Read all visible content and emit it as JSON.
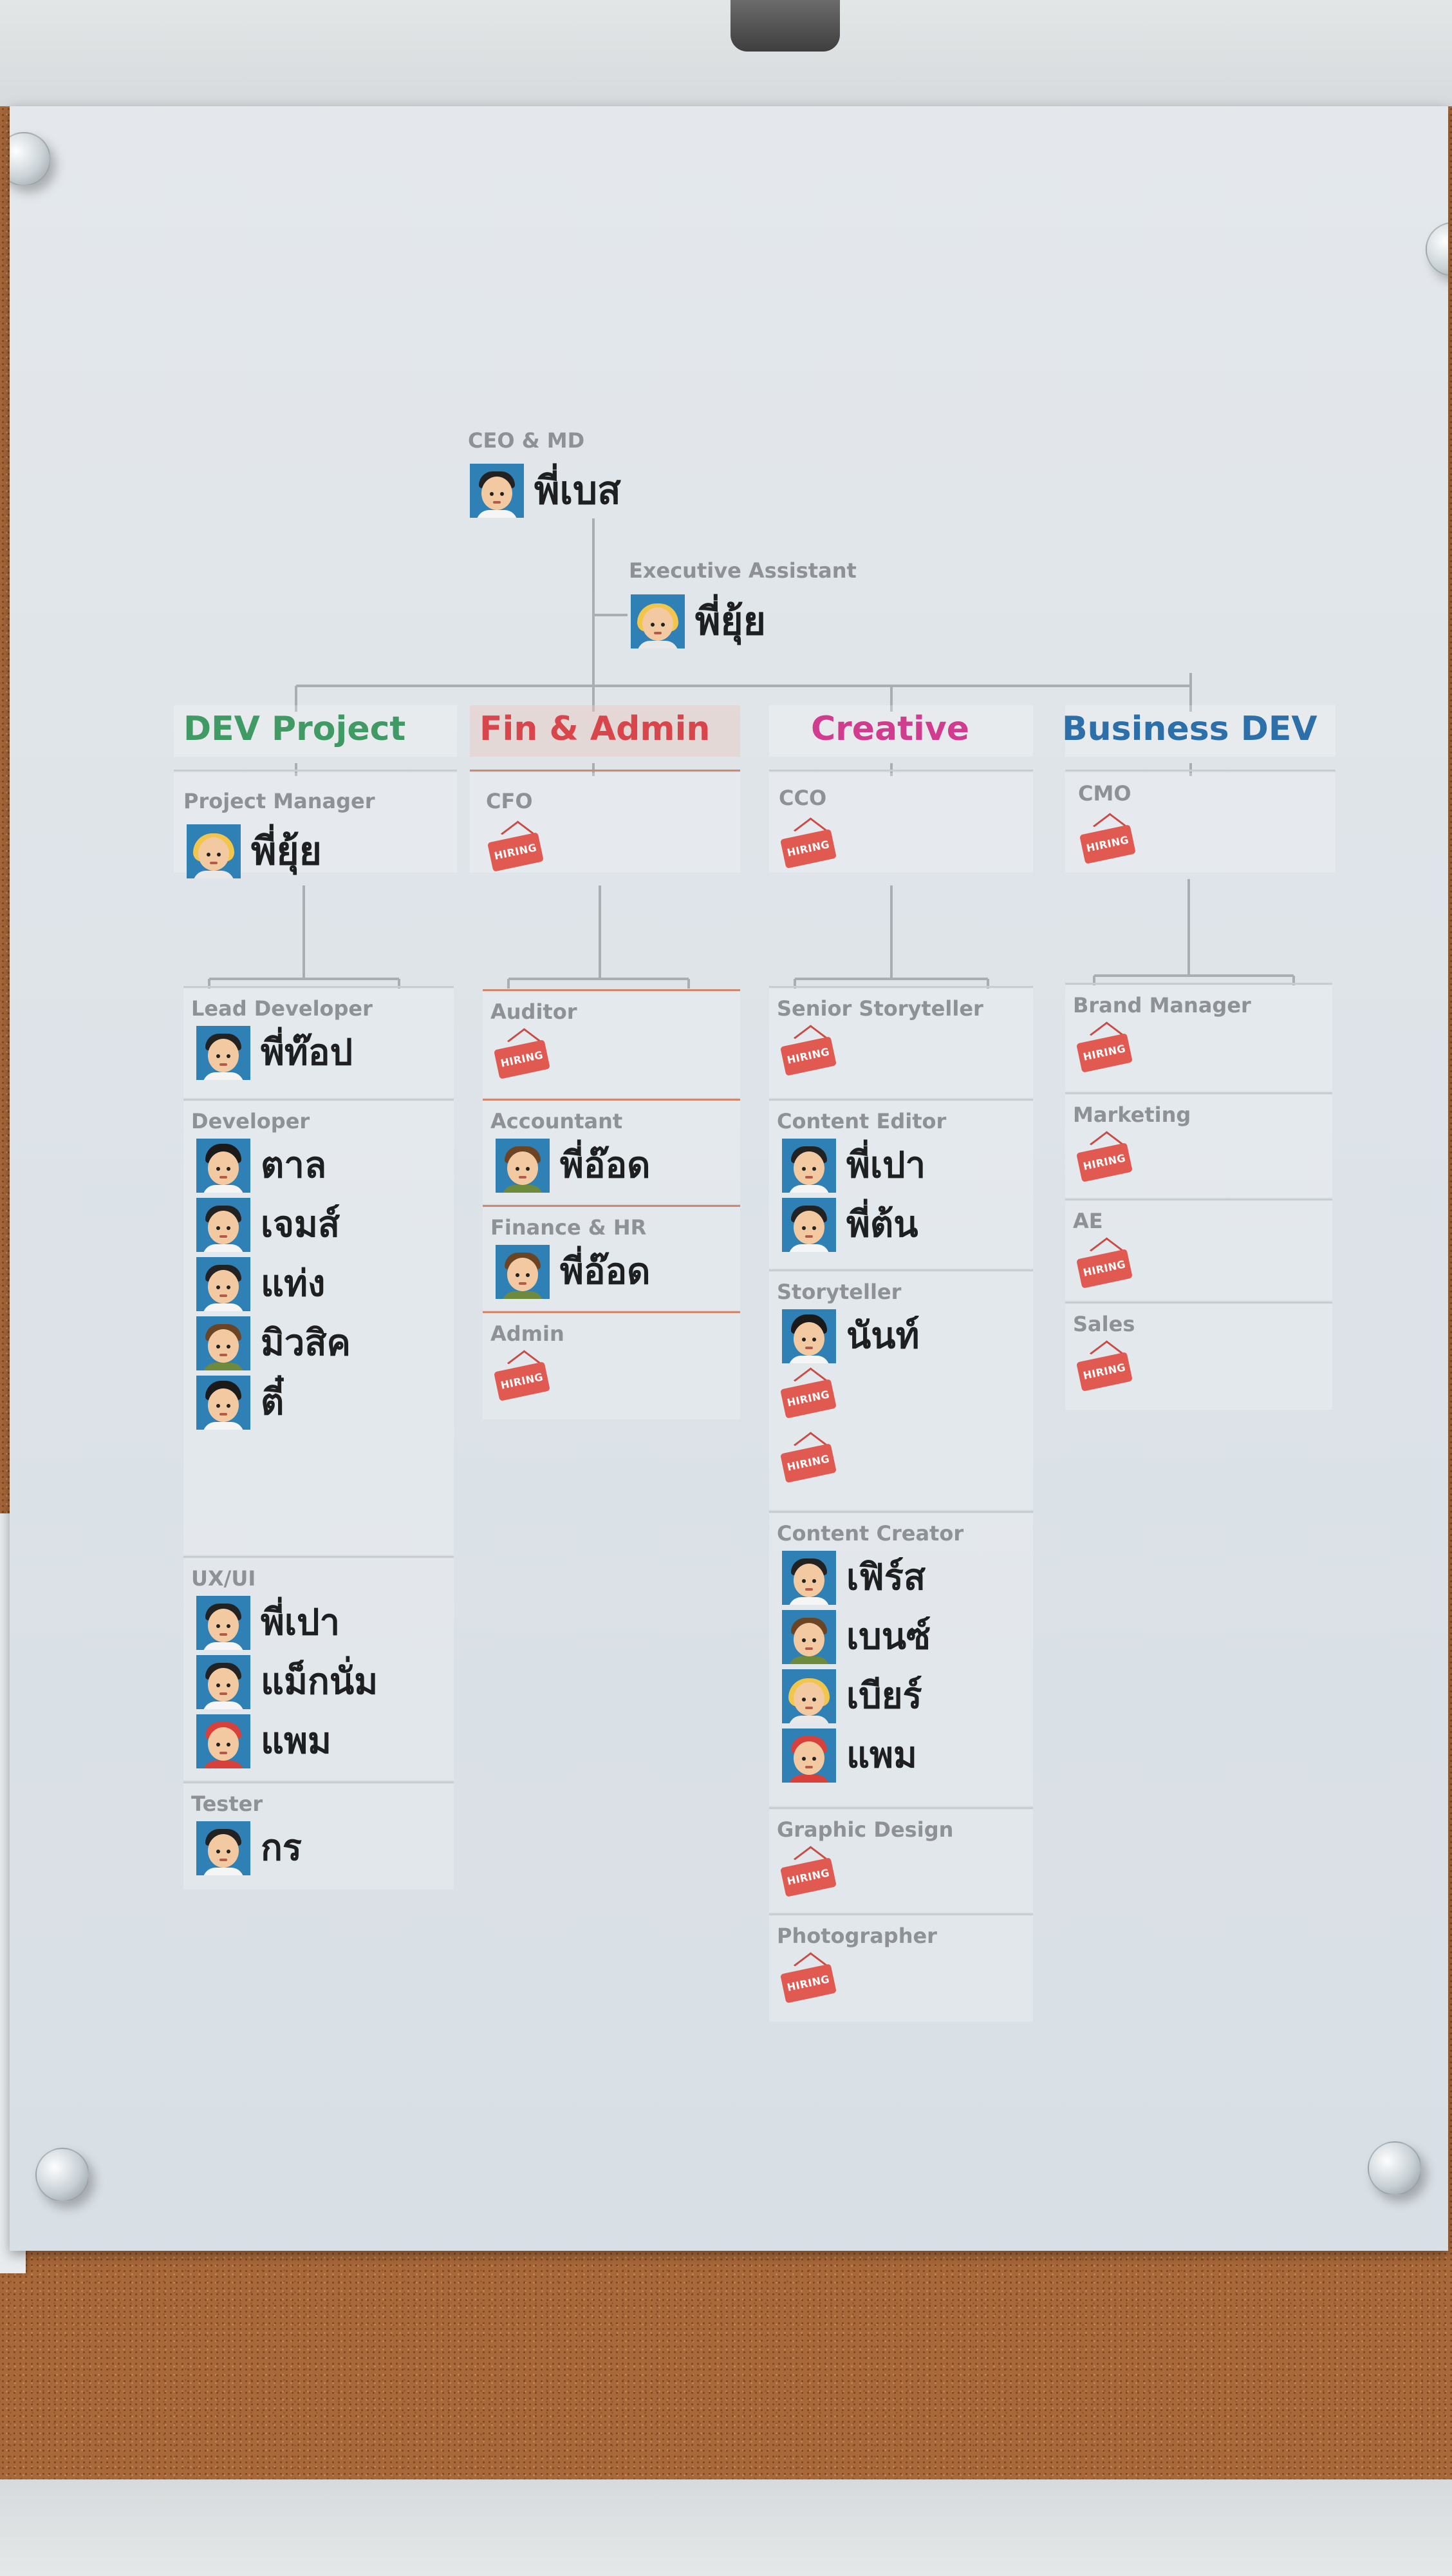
{
  "colors": {
    "dev": "#3f9a63",
    "fin": "#d8454a",
    "creative": "#d13c8e",
    "business": "#2c6fa9",
    "label": "#8e9296",
    "hiring": "#e15a52"
  },
  "hiring_label": "HIRING",
  "top": {
    "ceo": {
      "role": "CEO & MD",
      "name": "พี่เบส",
      "avatar": "man-icon"
    },
    "assistant": {
      "role": "Executive Assistant",
      "name": "พี่ยุ้ย",
      "avatar": "woman-blonde-icon"
    }
  },
  "departments": [
    {
      "id": "dev",
      "title": "DEV Project",
      "lead": {
        "role": "Project Manager",
        "name": "พี่ยุ้ย",
        "avatar": "woman-blonde-icon"
      },
      "roles": [
        {
          "role": "Lead Developer",
          "members": [
            {
              "name": "พี่ท๊อป",
              "avatar": "man-icon"
            }
          ]
        },
        {
          "role": "Developer",
          "members": [
            {
              "name": "ตาล",
              "avatar": "man-curly-icon"
            },
            {
              "name": "เจมส์",
              "avatar": "man-icon"
            },
            {
              "name": "แท่ง",
              "avatar": "man-icon"
            },
            {
              "name": "มิวสิค",
              "avatar": "man-brown-icon"
            },
            {
              "name": "ตี๋",
              "avatar": "man-curly-icon"
            }
          ]
        },
        {
          "role": "UX/UI",
          "members": [
            {
              "name": "พี่เปา",
              "avatar": "man-icon"
            },
            {
              "name": "แม็กนั่ม",
              "avatar": "man-icon"
            },
            {
              "name": "แพม",
              "avatar": "woman-red-icon"
            }
          ]
        },
        {
          "role": "Tester",
          "members": [
            {
              "name": "กร",
              "avatar": "man-icon"
            }
          ]
        }
      ]
    },
    {
      "id": "fin",
      "title": "Fin & Admin",
      "lead": {
        "role": "CFO",
        "hiring": true
      },
      "roles": [
        {
          "role": "Auditor",
          "hiring": 1
        },
        {
          "role": "Accountant",
          "members": [
            {
              "name": "พี่อ๊อด",
              "avatar": "man-brown-icon"
            }
          ]
        },
        {
          "role": "Finance & HR",
          "members": [
            {
              "name": "พี่อ๊อด",
              "avatar": "man-brown-icon"
            }
          ]
        },
        {
          "role": "Admin",
          "hiring": 1
        }
      ]
    },
    {
      "id": "creative",
      "title": "Creative",
      "lead": {
        "role": "CCO",
        "hiring": true
      },
      "roles": [
        {
          "role": "Senior Storyteller",
          "hiring": 1
        },
        {
          "role": "Content Editor",
          "members": [
            {
              "name": "พี่เปา",
              "avatar": "man-icon"
            },
            {
              "name": "พี่ต้น",
              "avatar": "man-icon"
            }
          ]
        },
        {
          "role": "Storyteller",
          "members": [
            {
              "name": "นันท์",
              "avatar": "man-curly-icon"
            }
          ],
          "hiring": 2
        },
        {
          "role": "Content Creator",
          "members": [
            {
              "name": "เฟิร์ส",
              "avatar": "man-icon"
            },
            {
              "name": "เบนซ์",
              "avatar": "man-brown-icon"
            },
            {
              "name": "เบียร์",
              "avatar": "woman-blonde-icon"
            },
            {
              "name": "แพม",
              "avatar": "woman-red-icon"
            }
          ]
        },
        {
          "role": "Graphic Design",
          "hiring": 1
        },
        {
          "role": "Photographer",
          "hiring": 1
        }
      ]
    },
    {
      "id": "business",
      "title": "Business DEV",
      "lead": {
        "role": "CMO",
        "hiring": true
      },
      "roles": [
        {
          "role": "Brand Manager",
          "hiring": 1
        },
        {
          "role": "Marketing",
          "hiring": 1
        },
        {
          "role": "AE",
          "hiring": 1
        },
        {
          "role": "Sales",
          "hiring": 1
        }
      ]
    }
  ]
}
